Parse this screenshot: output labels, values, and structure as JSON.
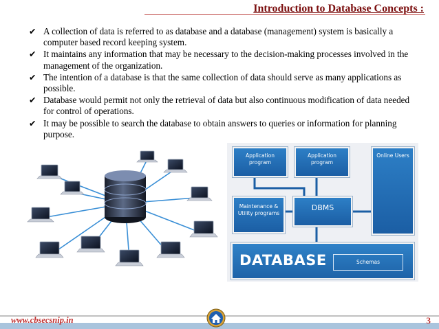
{
  "title": "Introduction to Database Concepts :",
  "bullets": [
    "A collection of data is referred to as database and a database (management) system is basically a computer based record keeping system.",
    "It maintains any information that may be necessary to the decision-making processes involved in the management of the organization.",
    "The intention of a database is that the same collection of data should serve as many applications as possible.",
    "Database would permit not only the retrieval of data but also continuous modification of data needed for control of operations.",
    "It may be possible to search the database to obtain answers to queries or information for planning purpose."
  ],
  "diagram": {
    "app1": "Application program",
    "app2": "Application program",
    "online": "Online Users",
    "maintenance": "Maintenance & Utility programs",
    "dbms": "DBMS",
    "database": "DATABASE",
    "schemas": "Schemas"
  },
  "footer": {
    "website": "www.cbsecsnip.in",
    "page": "3"
  },
  "colors": {
    "title": "#7b0f0f",
    "footer_text": "#c03030",
    "box_blue": "#2d7fc6"
  }
}
